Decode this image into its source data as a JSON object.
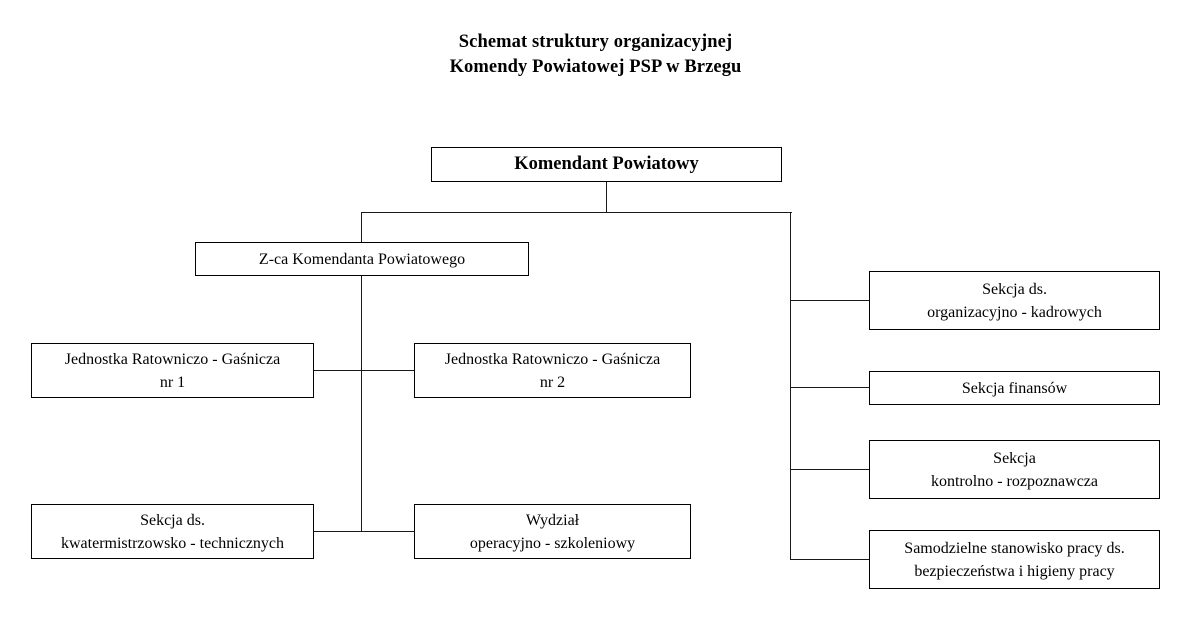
{
  "title": {
    "line1": "Schemat struktury organizacyjnej",
    "line2": "Komendy Powiatowej PSP w Brzegu"
  },
  "nodes": {
    "commander": {
      "line1": "Komendant Powiatowy"
    },
    "deputy": {
      "line1": "Z-ca Komendanta Powiatowego"
    },
    "jrg1": {
      "line1": "Jednostka Ratowniczo - Gaśnicza",
      "line2": "nr 1"
    },
    "jrg2": {
      "line1": "Jednostka Ratowniczo - Gaśnicza",
      "line2": "nr 2"
    },
    "quartermaster": {
      "line1": "Sekcja ds.",
      "line2": "kwatermistrzowsko - technicznych"
    },
    "operations": {
      "line1": "Wydział",
      "line2": "operacyjno - szkoleniowy"
    },
    "organization": {
      "line1": "Sekcja ds.",
      "line2": "organizacyjno - kadrowych"
    },
    "finance": {
      "line1": "Sekcja finansów"
    },
    "control": {
      "line1": "Sekcja",
      "line2": "kontrolno - rozpoznawcza"
    },
    "safety": {
      "line1": "Samodzielne stanowisko pracy ds.",
      "line2": "bezpieczeństwa i higieny pracy"
    }
  },
  "colors": {
    "background": "#ffffff",
    "border": "#000000",
    "connector": "#1a1a1a",
    "text": "#000000"
  }
}
